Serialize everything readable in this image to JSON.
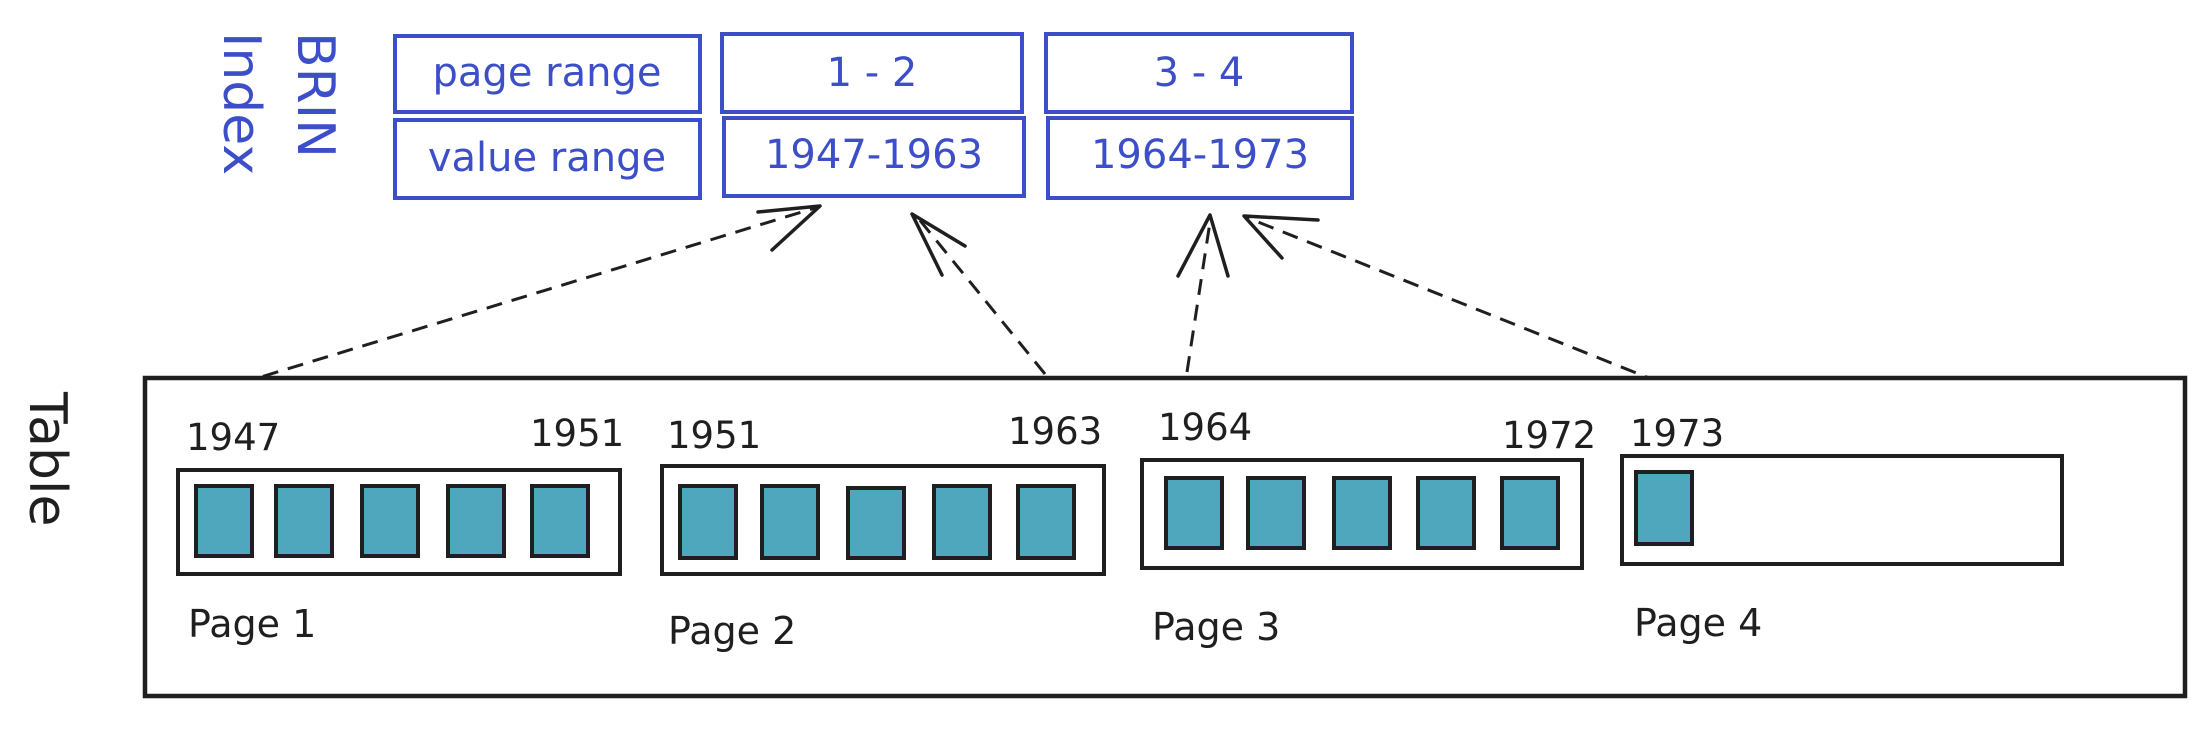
{
  "brin": {
    "label_brin": "BRIN",
    "label_index": "Index",
    "header_page_range": "page range",
    "header_value_range": "value range",
    "entries": [
      {
        "page_range": "1 - 2",
        "value_range": "1947-1963"
      },
      {
        "page_range": "3 - 4",
        "value_range": "1964-1973"
      }
    ]
  },
  "table": {
    "label": "Table",
    "pages": [
      {
        "label": "Page 1",
        "min": "1947",
        "max": "1951",
        "rows": 5
      },
      {
        "label": "Page 2",
        "min": "1951",
        "max": "1963",
        "rows": 5
      },
      {
        "label": "Page 3",
        "min": "1964",
        "max": "1972",
        "rows": 5
      },
      {
        "label": "Page 4",
        "min": "1973",
        "max": "",
        "rows": 1
      }
    ]
  },
  "colors": {
    "index_blue": "#3c4fc9",
    "row_teal": "#4ea7bd",
    "ink": "#1f1f1f"
  }
}
